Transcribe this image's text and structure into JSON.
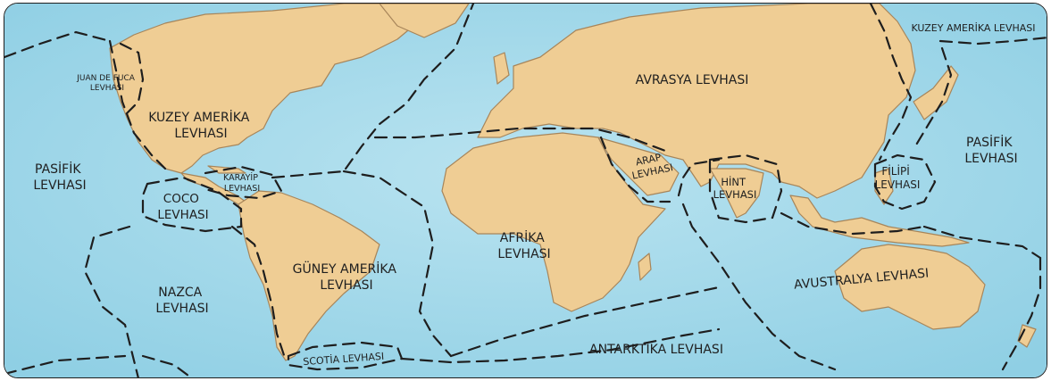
{
  "colors": {
    "ocean": "#8fcfe4",
    "ocean_light": "#b9e3f0",
    "land": "#efcd94",
    "coast": "#a7855a",
    "boundary": "#1e1e1e",
    "text": "#1f1f1f"
  },
  "plates": {
    "juan_de_fuca": [
      "JUAN DE FUCA",
      "LEVHASI"
    ],
    "north_america": [
      "KUZEY AMERİKA",
      "LEVHASI"
    ],
    "north_america_east": [
      "KUZEY AMERİKA LEVHASI"
    ],
    "eurasia": [
      "AVRASYA LEVHASI"
    ],
    "pacific_west": [
      "PASİFİK",
      "LEVHASI"
    ],
    "pacific_east": [
      "PASİFİK",
      "LEVHASI"
    ],
    "caribbean": [
      "KARAYİP",
      "LEVHASI"
    ],
    "cocos": [
      "COCO",
      "LEVHASI"
    ],
    "arabian": [
      "ARAP",
      "LEVHASI"
    ],
    "indian": [
      "HİNT",
      "LEVHASI"
    ],
    "philippine": [
      "FİLİPİ",
      "LEVHASI"
    ],
    "african": [
      "AFRİKA",
      "LEVHASI"
    ],
    "south_america": [
      "GÜNEY AMERİKA",
      "LEVHASI"
    ],
    "nazca": [
      "NAZCA",
      "LEVHASI"
    ],
    "australian": [
      "AVUSTRALYA LEVHASI"
    ],
    "scotia": [
      "SCOTİA LEVHASI"
    ],
    "antarctic": [
      "ANTARKTİKA LEVHASI"
    ]
  }
}
